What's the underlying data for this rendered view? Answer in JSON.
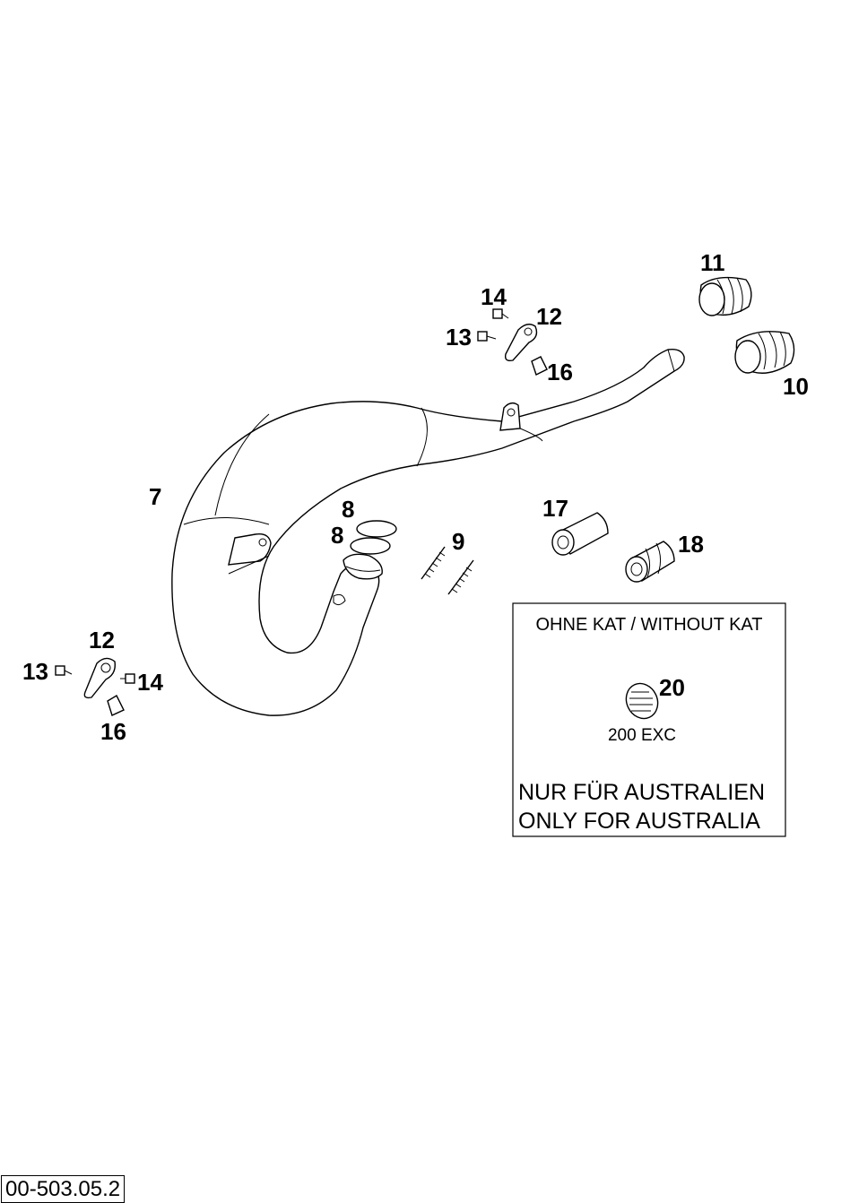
{
  "callouts": {
    "c7": "7",
    "c8a": "8",
    "c8b": "8",
    "c9": "9",
    "c10": "10",
    "c11": "11",
    "c12_top": "12",
    "c13_top": "13",
    "c14_top": "14",
    "c16_top": "16",
    "c12_left": "12",
    "c13_left": "13",
    "c14_left": "14",
    "c16_left": "16",
    "c17": "17",
    "c18": "18",
    "c20": "20"
  },
  "inset_box": {
    "heading": "OHNE KAT / WITHOUT KAT",
    "model": "200 EXC",
    "note_line1": "NUR FÜR AUSTRALIEN",
    "note_line2": "ONLY FOR AUSTRALIA"
  },
  "drawing_number": "00-503.05.2"
}
